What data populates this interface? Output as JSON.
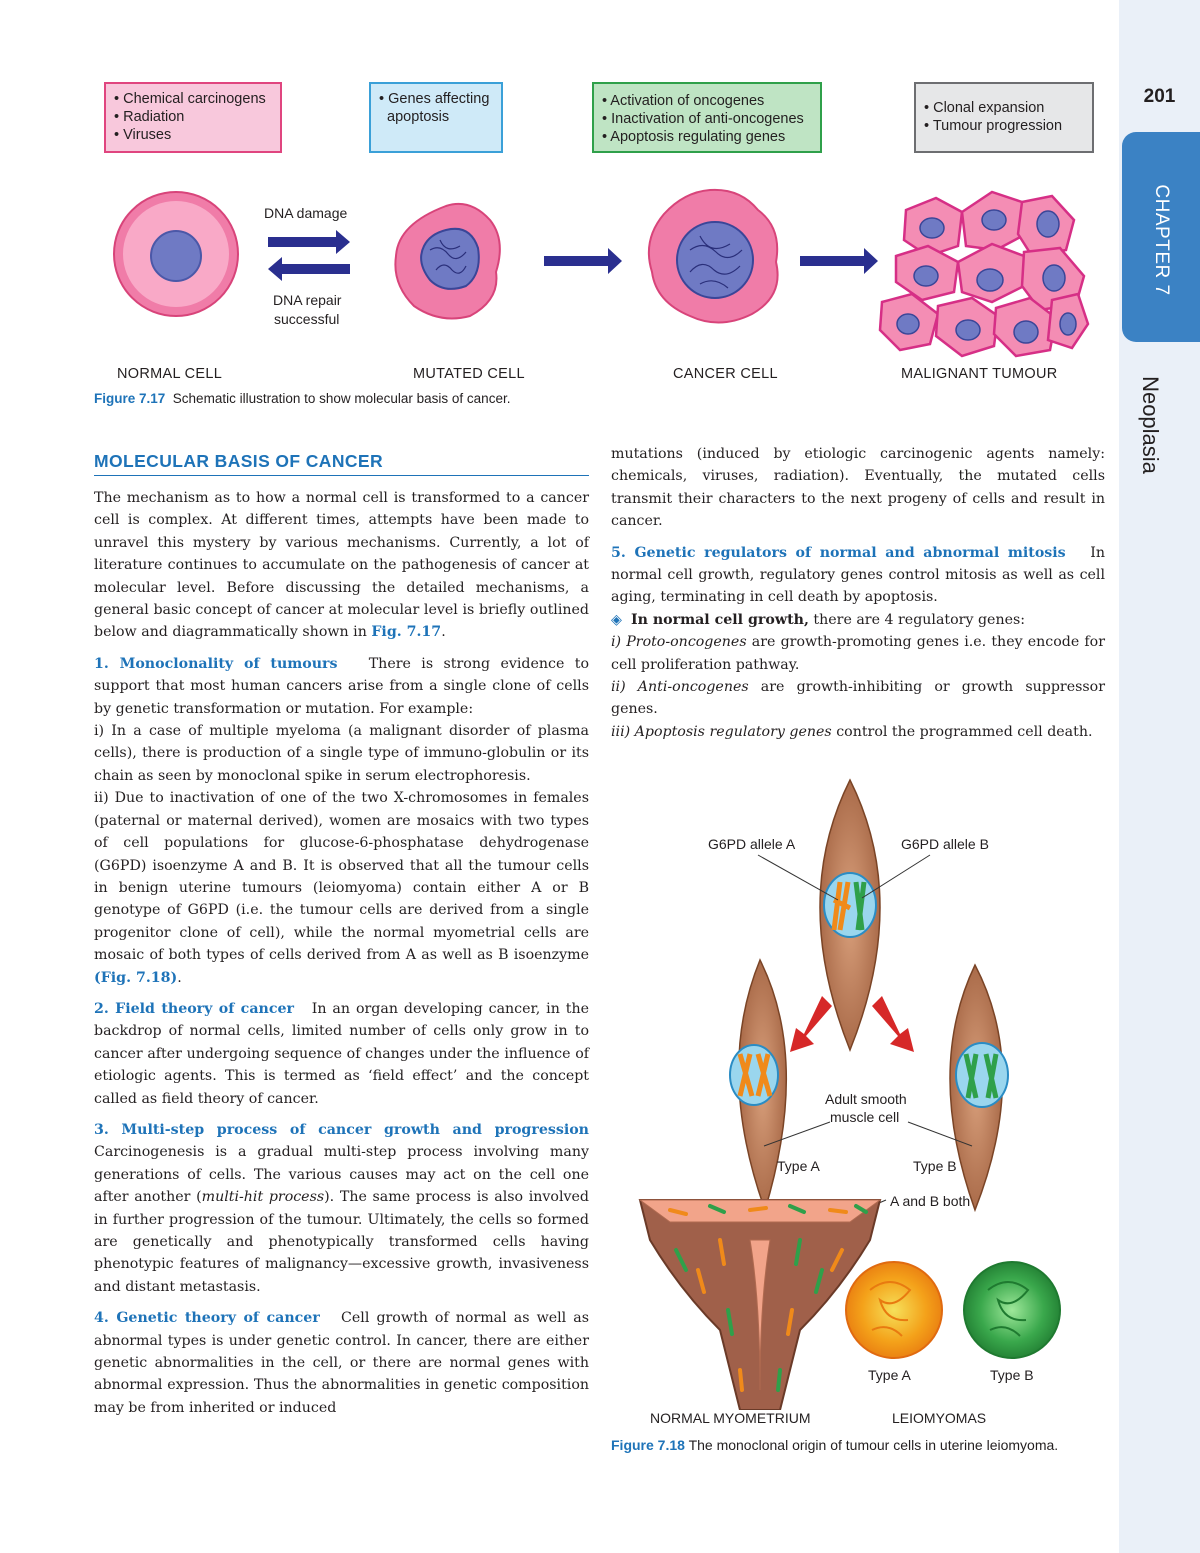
{
  "side": {
    "page_number": "201",
    "chapter_label": "CHAPTER 7",
    "chapter_title": "Neoplasia"
  },
  "figure_17": {
    "boxes": [
      {
        "lines": [
          "• Chemical carcinogens",
          "• Radiation",
          "• Viruses"
        ]
      },
      {
        "lines": [
          "• Genes affecting",
          "  apoptosis"
        ]
      },
      {
        "lines": [
          "• Activation of oncogenes",
          "• Inactivation of anti-oncogenes",
          "• Apoptosis regulating genes"
        ]
      },
      {
        "lines": [
          "• Clonal expansion",
          "• Tumour progression"
        ]
      }
    ],
    "dna_damage": "DNA damage",
    "dna_repair_1": "DNA repair",
    "dna_repair_2": "successful",
    "cell_labels": [
      "NORMAL CELL",
      "MUTATED CELL",
      "CANCER CELL",
      "MALIGNANT TUMOUR"
    ],
    "caption_label": "Figure 7.17",
    "caption_text": "Schematic illustration to show molecular basis of cancer."
  },
  "left_column": {
    "section_title": "MOLECULAR BASIS OF CANCER",
    "intro": "The mechanism as to how a normal cell is transformed to a cancer cell is complex. At different times, attempts have been made to unravel this mystery by various mechanisms. Currently, a lot of literature continues to accumulate on the pathogenesis of cancer at molecular level. Before discussing the detailed mechanisms, a general basic concept of cancer at molecular level is briefly outlined below and diagrammatically shown in",
    "intro_ref": "Fig. 7.17",
    "intro_end": ".",
    "p1_head": "1.  Monoclonality of tumours",
    "p1_text": "There is strong evidence to support that most human cancers arise from a single clone of cells by genetic transformation or mutation. For example:",
    "p1_i": "i)   In a case of multiple myeloma (a malignant disorder of plasma cells), there is production of a single type of immuno-globulin or its chain as seen by monoclonal spike in serum electrophoresis.",
    "p1_ii": "ii)  Due to inactivation of one of the two X-chromosomes in females (paternal or maternal derived), women are mosaics with two types of cell populations for glucose-6-phosphatase dehydrogenase (G6PD) isoenzyme A and B. It is observed that all the tumour cells in benign uterine tumours (leiomyoma) contain either A or B genotype of G6PD (i.e. the tumour cells are derived from a single progenitor clone of cell), while the normal myometrial cells are mosaic of both types of cells derived from A as well as B isoenzyme",
    "p1_ii_ref": "(Fig. 7.18)",
    "p1_ii_end": ".",
    "p2_head": "2.  Field theory of cancer",
    "p2_text": "In an organ developing cancer, in the backdrop of normal cells, limited number of cells only grow in to cancer after undergoing sequence of changes under the influence of etiologic agents. This is termed as ‘field effect’ and the concept called as field theory of cancer.",
    "p3_head": "3.  Multi-step process of cancer growth and progression",
    "p3_text_1": "Carcinogenesis is a gradual multi-step process involving many generations of cells. The various causes may act on the cell one after another (",
    "p3_italic": "multi-hit process",
    "p3_text_2": "). The same process is also involved in further progression of the tumour. Ultimately, the cells so formed are genetically and phenotypically transformed cells having phenotypic features of malignancy—excessive growth, invasiveness and distant metastasis.",
    "p4_head": "4.  Genetic theory of cancer",
    "p4_text": "Cell growth of normal as well as abnormal types is under genetic control. In cancer, there are either genetic abnormalities in the cell, or there are normal genes with abnormal expression. Thus the abnormalities in genetic composition may be from inherited or induced"
  },
  "right_column": {
    "cont": "mutations (induced by etiologic carcinogenic agents namely: chemicals, viruses, radiation). Eventually, the mutated cells transmit their characters to the next progeny of cells and result in cancer.",
    "p5_head": "5.  Genetic regulators of normal and abnormal mitosis",
    "p5_text": "In normal cell growth, regulatory genes control mitosis as well as cell aging, terminating in cell death by apoptosis.",
    "bullet_symbol": "◈",
    "bullet_head": "In normal cell growth,",
    "bullet_text": "there are 4 regulatory genes:",
    "item_i_italic": "i) Proto-oncogenes",
    "item_i_text": "are growth-promoting genes i.e. they encode for cell proliferation pathway.",
    "item_ii_italic": "ii) Anti-oncogenes",
    "item_ii_text": "are growth-inhibiting or growth suppressor genes.",
    "item_iii_italic": "iii) Apoptosis regulatory genes",
    "item_iii_text": "control the programmed cell death."
  },
  "figure_18": {
    "allele_a": "G6PD allele A",
    "allele_b": "G6PD allele B",
    "adult_1": "Adult smooth",
    "adult_2": "muscle  cell",
    "type_a": "Type A",
    "type_b": "Type B",
    "a_and_b": "A and B both",
    "tumour_type_a": "Type A",
    "tumour_type_b": "Type B",
    "normal_myometrium": "NORMAL MYOMETRIUM",
    "leiomyomas": "LEIOMYOMAS",
    "caption_label": "Figure 7.18",
    "caption_text": "The monoclonal origin of tumour cells in uterine leiomyoma."
  }
}
